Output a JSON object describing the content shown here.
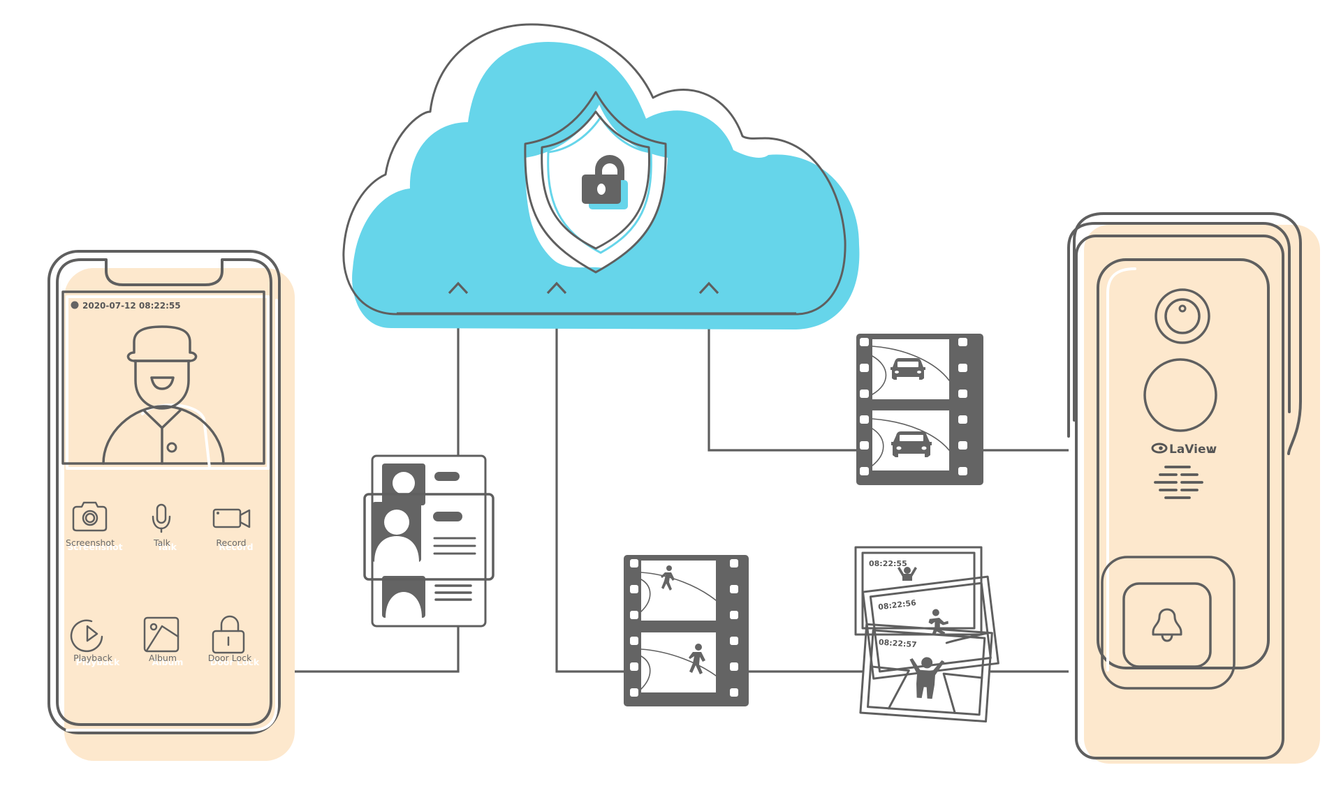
{
  "diagram": {
    "title": "Doorbell camera cloud storage diagram",
    "colors": {
      "outline": "#5f5f5f",
      "cloud": "#66d5ea",
      "device_fill": "#fde8cd",
      "icon_dark": "#646464",
      "background": "#ffffff"
    },
    "phone": {
      "video_timestamp": "2020-07-12  08:22:55",
      "app_buttons": [
        {
          "label": "Screenshot",
          "icon": "camera-icon"
        },
        {
          "label": "Talk",
          "icon": "microphone-icon"
        },
        {
          "label": "Record",
          "icon": "video-camera-icon"
        },
        {
          "label": "Playback",
          "icon": "playback-icon"
        },
        {
          "label": "Album",
          "icon": "album-icon"
        },
        {
          "label": "Door Lock",
          "icon": "padlock-icon"
        }
      ]
    },
    "cloud": {
      "center_icon": "shield-lock-icon",
      "upload_arrows": 3
    },
    "data_items": {
      "id_cards": {
        "count": 3,
        "icon": "id-card-icon"
      },
      "film_people": {
        "frames": 2,
        "subject": "walking person"
      },
      "film_cars": {
        "frames": 2,
        "subject": "car"
      },
      "snapshots": [
        {
          "timestamp": "08:22:55",
          "subject": "person waving"
        },
        {
          "timestamp": "08:22:56",
          "subject": "person running"
        },
        {
          "timestamp": "08:22:57",
          "subject": "person arms up"
        }
      ]
    },
    "doorbell": {
      "brand": "LaView",
      "brand_suffix": ".",
      "parts": [
        "camera-lens",
        "motion-sensor",
        "speaker-grille",
        "bell-button"
      ]
    }
  }
}
